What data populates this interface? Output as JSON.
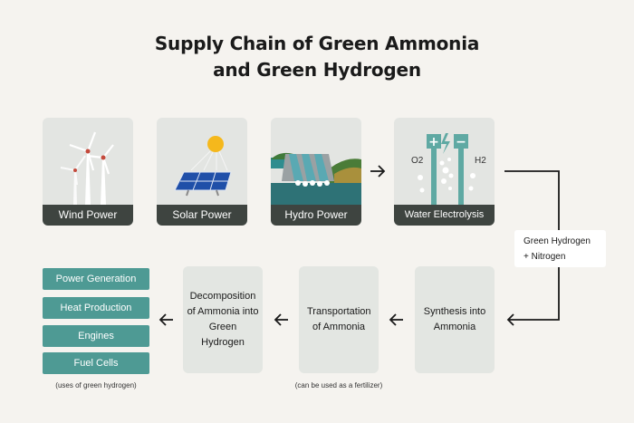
{
  "title": {
    "line1": "Supply Chain of Green Ammonia",
    "line2": "and Green Hydrogen"
  },
  "sources": [
    {
      "label": "Wind Power",
      "icon": "wind-turbine-icon"
    },
    {
      "label": "Solar Power",
      "icon": "solar-panel-icon"
    },
    {
      "label": "Hydro Power",
      "icon": "hydro-dam-icon"
    },
    {
      "label": "Water Electrolysis",
      "icon": "electrolysis-icon",
      "o2": "O2",
      "h2": "H2"
    }
  ],
  "connector_label": {
    "line1": "Green Hydrogen",
    "line2": "+ Nitrogen"
  },
  "steps": [
    {
      "label": "Synthesis into Ammonia"
    },
    {
      "label": "Transportation of Ammonia",
      "note": "(can be used as a fertilizer)"
    },
    {
      "label": "Decomposition of Ammonia into Green Hydrogen"
    }
  ],
  "uses": {
    "items": [
      "Power Generation",
      "Heat Production",
      "Engines",
      "Fuel Cells"
    ],
    "note": "(uses of green hydrogen)"
  },
  "colors": {
    "background": "#f5f3ef",
    "card": "#e3e5e2",
    "caption_bar": "#3e4440",
    "teal": "#4e9a94",
    "electrode": "#5fa9a3"
  }
}
